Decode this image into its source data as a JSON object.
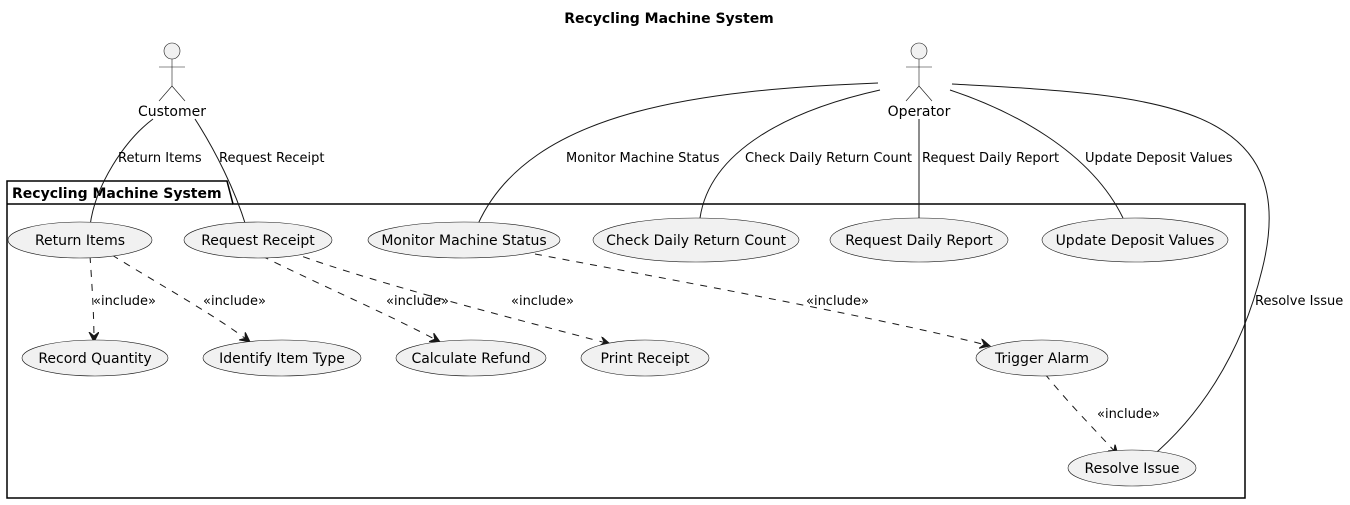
{
  "diagram": {
    "title": "Recycling Machine System",
    "package": {
      "title": "Recycling Machine System"
    },
    "actors": {
      "customer": "Customer",
      "operator": "Operator"
    },
    "use_cases": {
      "return_items": "Return Items",
      "request_receipt": "Request Receipt",
      "monitor_machine_status": "Monitor Machine Status",
      "check_daily_return_count": "Check Daily Return Count",
      "request_daily_report": "Request Daily Report",
      "update_deposit_values": "Update Deposit Values",
      "record_quantity": "Record Quantity",
      "identify_item_type": "Identify Item Type",
      "calculate_refund": "Calculate Refund",
      "print_receipt": "Print Receipt",
      "trigger_alarm": "Trigger Alarm",
      "resolve_issue": "Resolve Issue"
    },
    "associations": {
      "customer_return_items": "Return Items",
      "customer_request_receipt": "Request Receipt",
      "operator_monitor_machine_status": "Monitor Machine Status",
      "operator_check_daily_return_count": "Check Daily Return Count",
      "operator_request_daily_report": "Request Daily Report",
      "operator_update_deposit_values": "Update Deposit Values",
      "operator_resolve_issue": "Resolve Issue"
    },
    "include_label": "«include»"
  }
}
